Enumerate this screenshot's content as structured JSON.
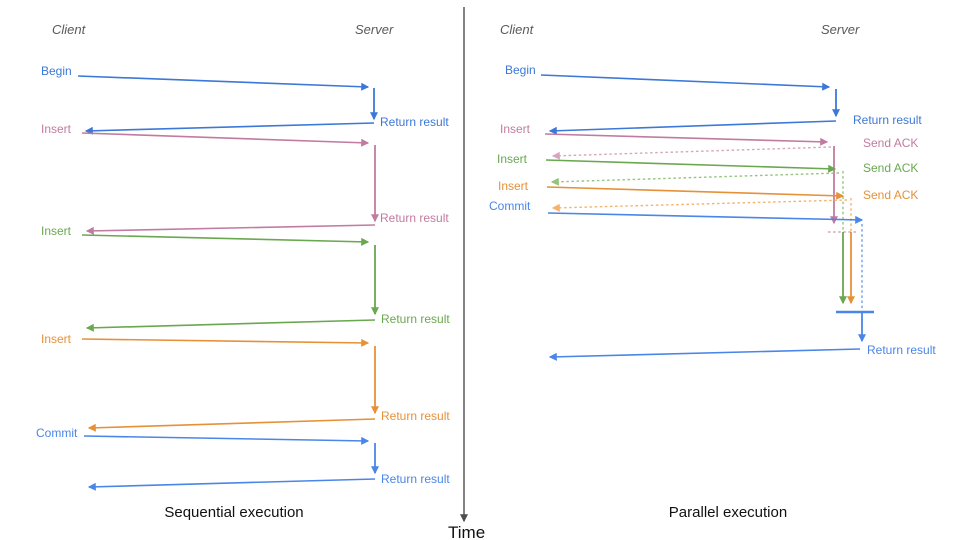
{
  "diagram_type": "sequence-diagram comparison",
  "colors": {
    "begin_blue": "#3c78d8",
    "commit_blue": "#4a86e8",
    "light_blue_dash": "#6d9eeb",
    "insert_pink": "#c27ba0",
    "insert_pink_dash": "#d5a6bd",
    "insert_green": "#6aa84f",
    "insert_green_dash": "#93c47d",
    "insert_orange": "#e69138",
    "insert_orange_dash": "#f6b26b",
    "axis_gray": "#4d4d4d",
    "actor_gray": "#595959"
  },
  "axis": {
    "label": "Time"
  },
  "left": {
    "title": "Sequential execution",
    "client": "Client",
    "server": "Server",
    "m1": {
      "req": "Begin",
      "res": "Return result"
    },
    "m2": {
      "req": "Insert",
      "res": "Return result"
    },
    "m3": {
      "req": "Insert",
      "res": "Return result"
    },
    "m4": {
      "req": "Insert",
      "res": "Return result"
    },
    "m5": {
      "req": "Commit",
      "res": "Return result"
    }
  },
  "right": {
    "title": "Parallel execution",
    "client": "Client",
    "server": "Server",
    "m1": {
      "req": "Begin",
      "res": "Return result"
    },
    "m2": {
      "req": "Insert",
      "res": "Send ACK"
    },
    "m3": {
      "req": "Insert",
      "res": "Send ACK"
    },
    "m4": {
      "req": "Insert",
      "res": "Send ACK"
    },
    "m5": {
      "req": "Commit",
      "res": "Return result"
    }
  }
}
